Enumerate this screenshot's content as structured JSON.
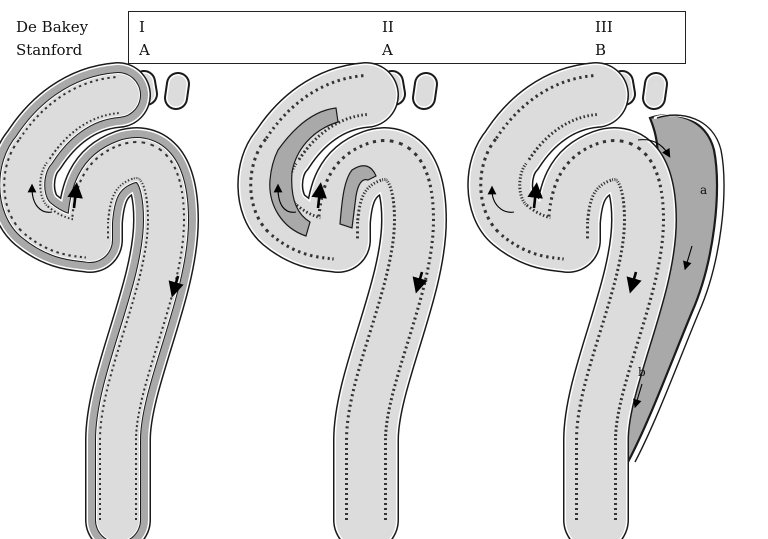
{
  "classification": {
    "row_labels": {
      "debakey": "De Bakey",
      "stanford": "Stanford"
    },
    "columns": [
      {
        "debakey": "I",
        "stanford": "A"
      },
      {
        "debakey": "II",
        "stanford": "A"
      },
      {
        "debakey": "III",
        "stanford": "B"
      }
    ]
  },
  "region_labels": {
    "a": "a",
    "b": "b"
  },
  "colors": {
    "true_lumen": "#dcdcdc",
    "false_lumen": "#a9a9a9",
    "outline": "#1a1a1a"
  }
}
